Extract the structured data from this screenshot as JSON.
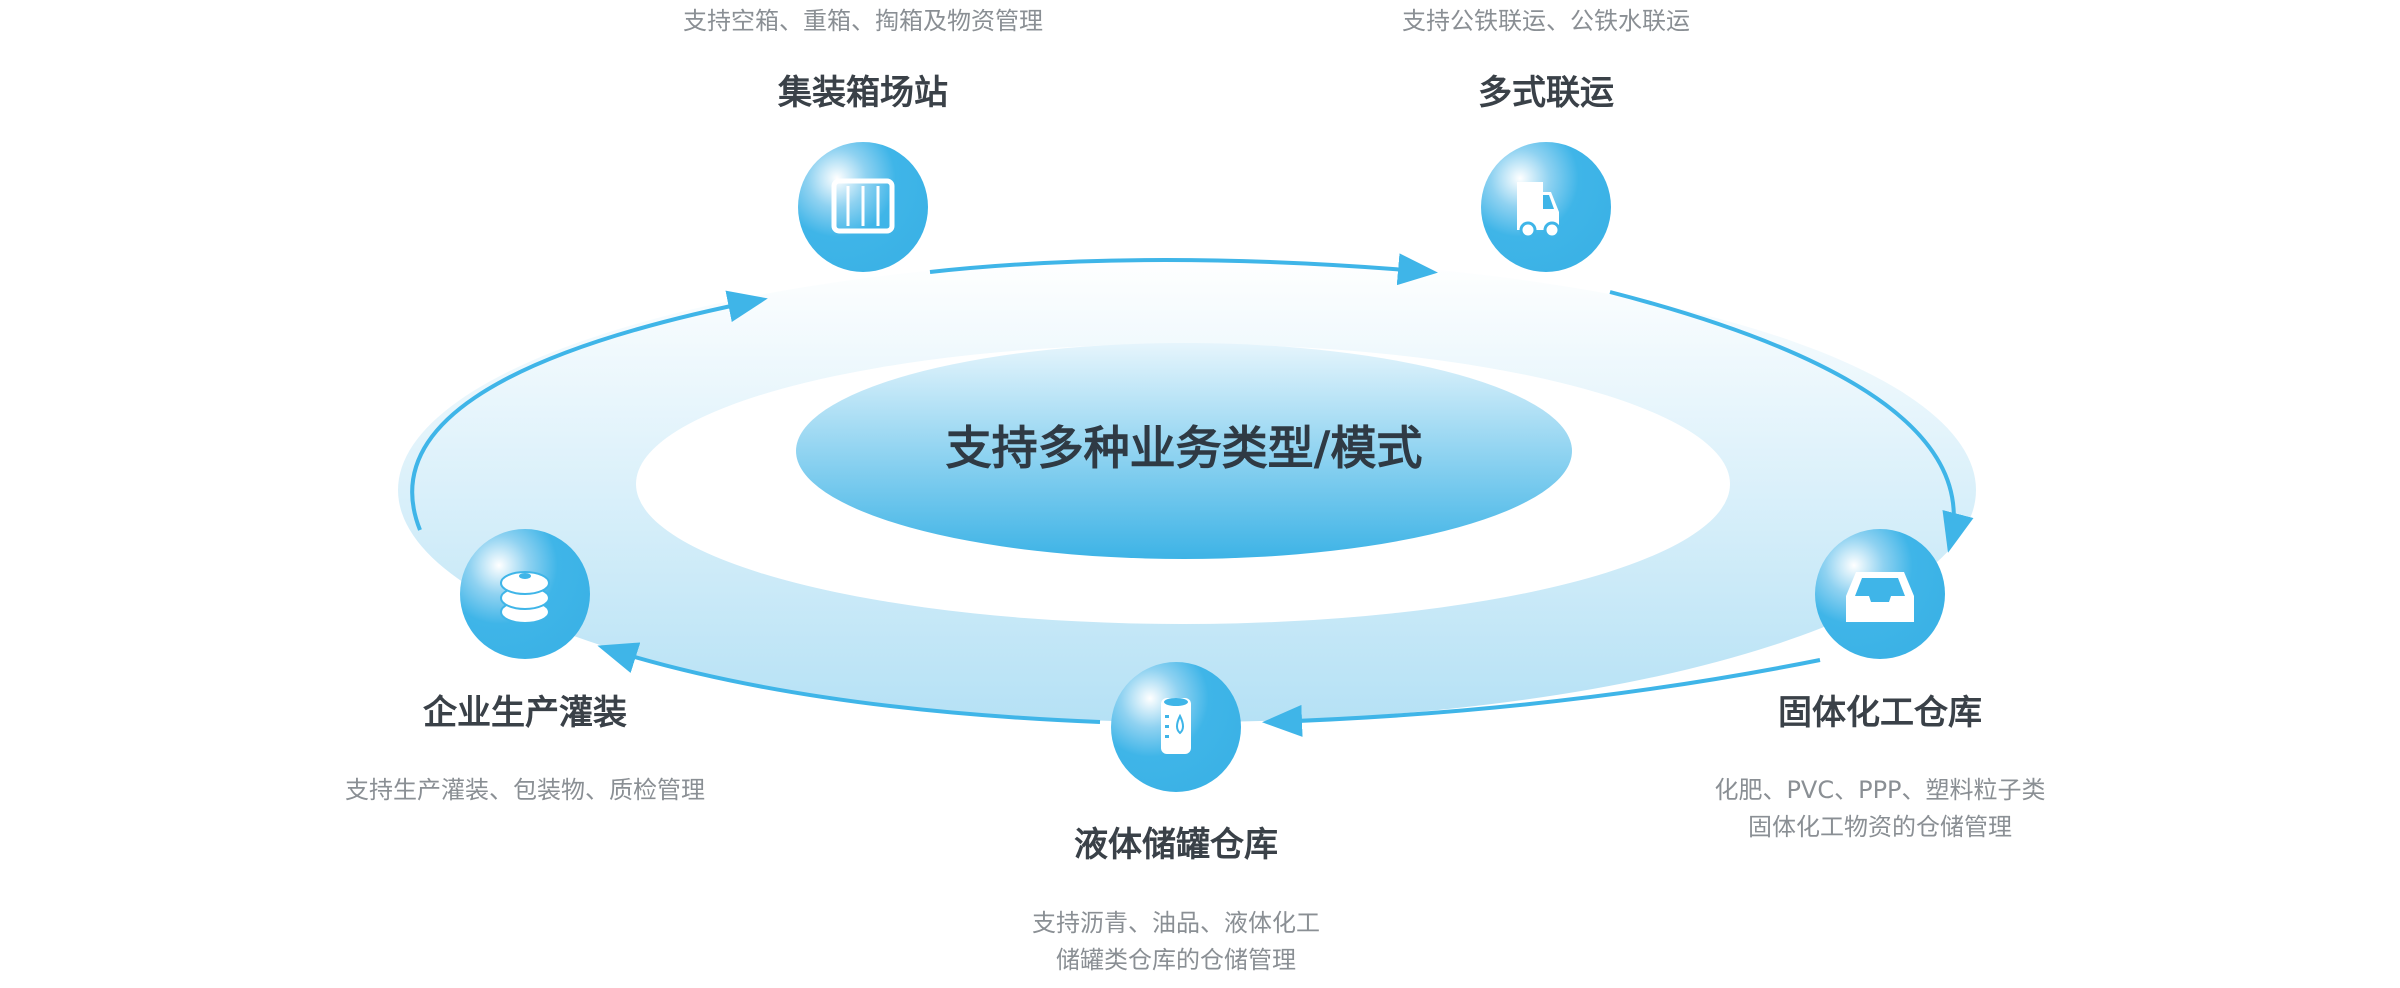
{
  "center_label": "支持多种业务类型/模式",
  "colors": {
    "accent": "#3fb5e8",
    "title": "#3a4148",
    "subtitle": "#8a8f94"
  },
  "nodes": [
    {
      "id": "container-yard",
      "icon": "container-icon",
      "title": "集装箱场站",
      "desc": [
        "支持空箱、重箱、掏箱及物资管理"
      ]
    },
    {
      "id": "multimodal",
      "icon": "truck-icon",
      "title": "多式联运",
      "desc": [
        "支持公铁联运、公铁水联运"
      ]
    },
    {
      "id": "solid-warehouse",
      "icon": "inbox-tray-icon",
      "title": "固体化工仓库",
      "desc": [
        "化肥、PVC、PPP、塑料粒子类",
        "固体化工物资的仓储管理"
      ]
    },
    {
      "id": "liquid-tank",
      "icon": "liquid-tank-icon",
      "title": "液体储罐仓库",
      "desc": [
        "支持沥青、油品、液体化工",
        "储罐类仓库的仓储管理"
      ]
    },
    {
      "id": "enterprise-filling",
      "icon": "barrel-stack-icon",
      "title": "企业生产灌装",
      "desc": [
        "支持生产灌装、包装物、质检管理"
      ]
    }
  ]
}
